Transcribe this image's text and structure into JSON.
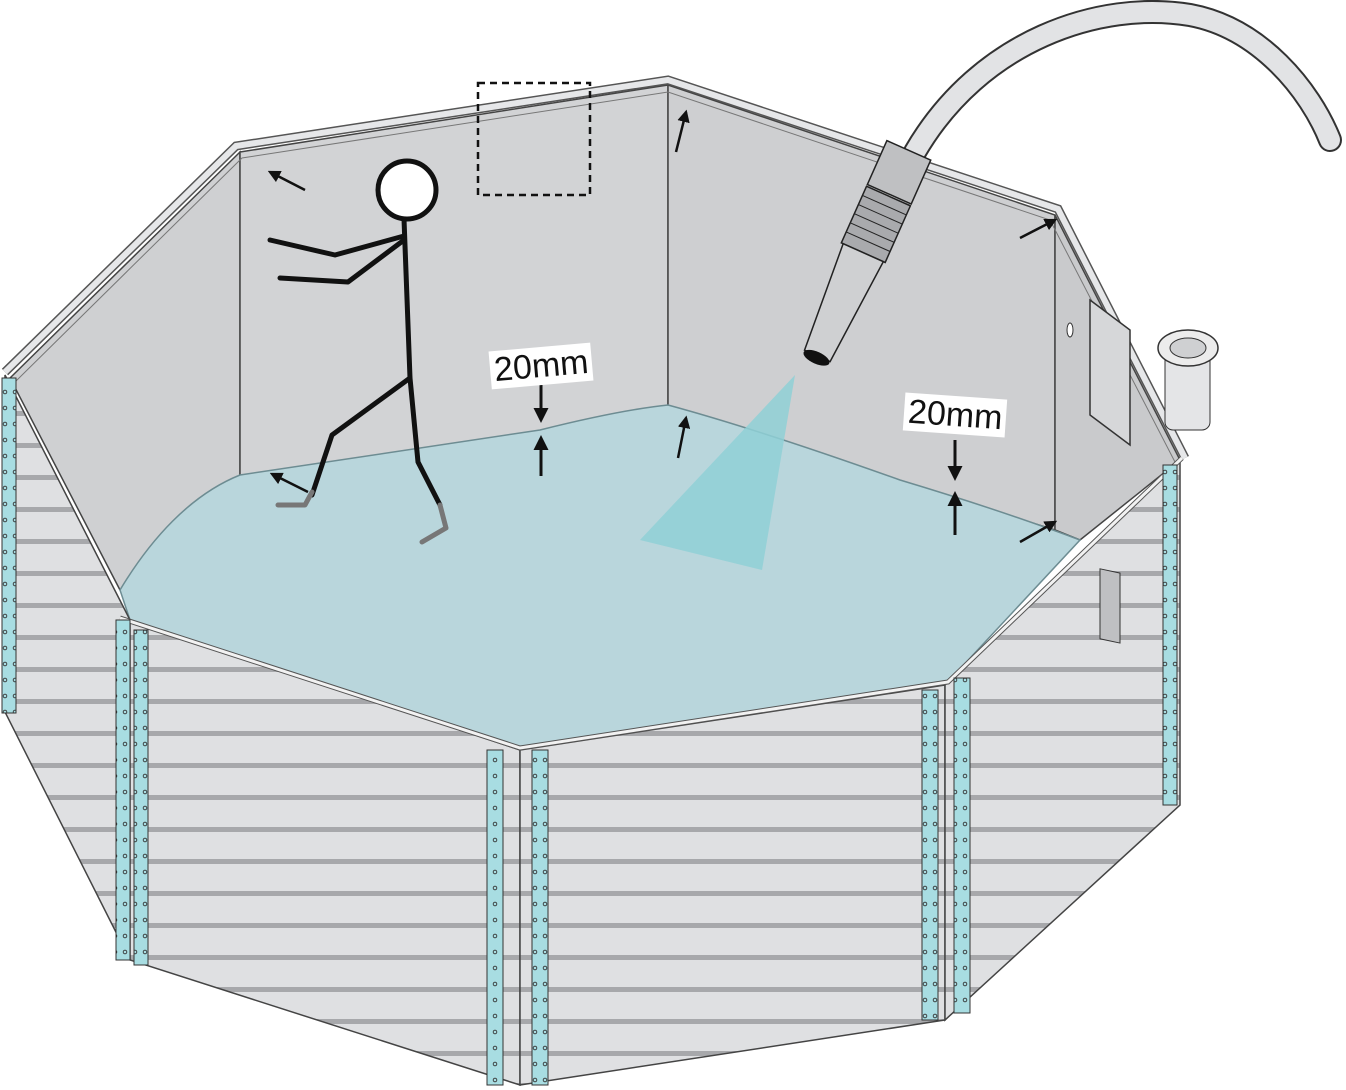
{
  "labels": {
    "gap_left": "20mm",
    "gap_right": "20mm"
  },
  "colors": {
    "wall_inner": "#cfd0d2",
    "wall_panel": "#dfe0e2",
    "wall_groove": "#9a9b9e",
    "water": "#b9d6dc",
    "water_edge": "#a6c9d0",
    "corner_post": "#a8dde2",
    "spray": "#8fd0d6",
    "outline": "#3a3a3a"
  },
  "icons": [
    "stick-figure",
    "hose-nozzle",
    "skimmer",
    "dashed-area-marker",
    "direction-arrow"
  ]
}
